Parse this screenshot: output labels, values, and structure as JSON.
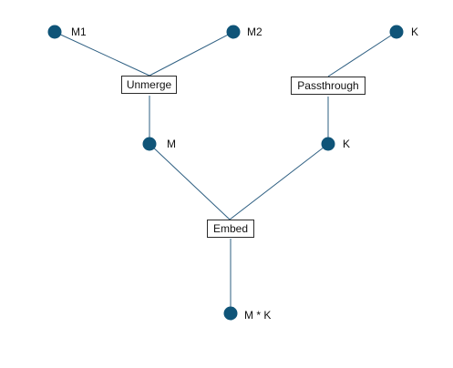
{
  "diagram": {
    "nodes": {
      "m1": "M1",
      "m2": "M2",
      "k_top": "K",
      "m": "M",
      "k_mid": "K",
      "mk": "M * K"
    },
    "operations": {
      "unmerge": "Unmerge",
      "passthrough": "Passthrough",
      "embed": "Embed"
    },
    "colors": {
      "node": "#0f5478",
      "edge": "#2e5f82",
      "box_border": "#2a2a2a"
    }
  }
}
